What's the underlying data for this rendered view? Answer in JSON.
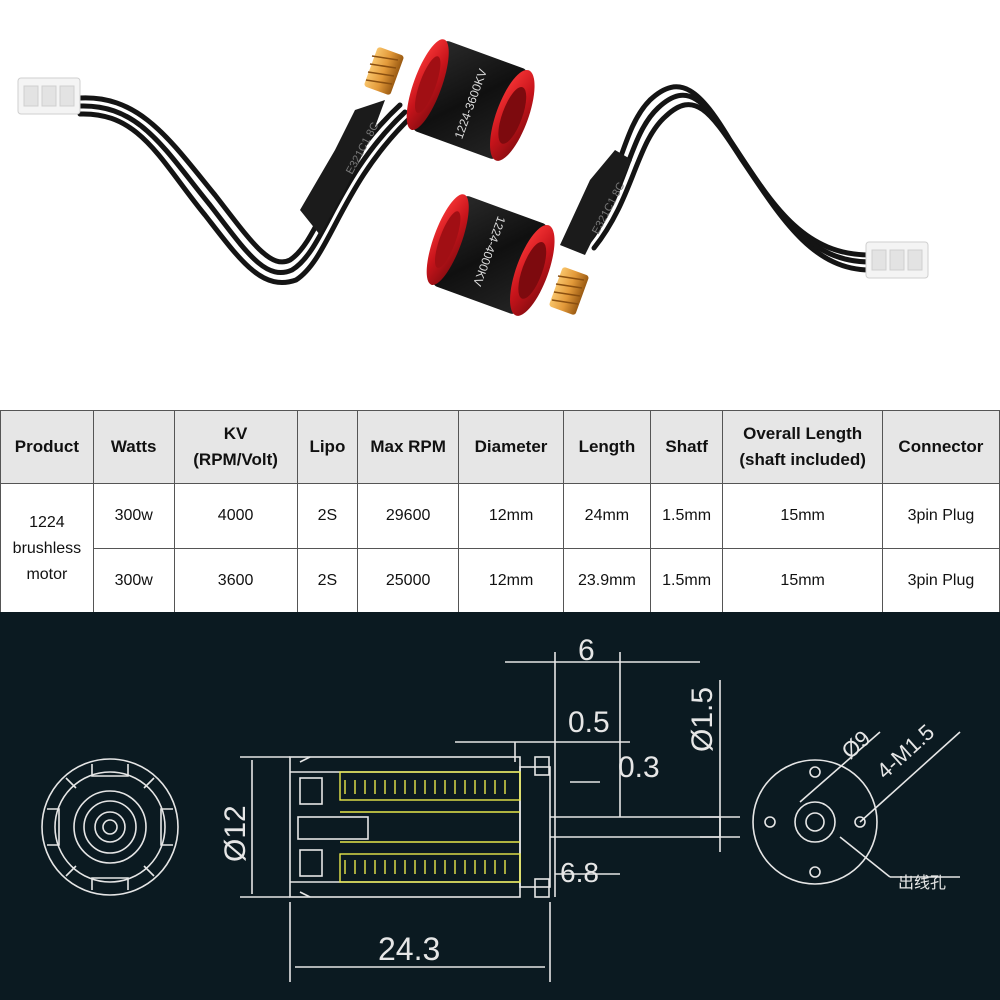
{
  "photo": {
    "motor_label_a": "1224-3600KV",
    "motor_label_b": "1224-4000KV",
    "cable_print": "E321C1 8C"
  },
  "table": {
    "headers": {
      "product": "Product",
      "watts": "Watts",
      "kv_line1": "KV",
      "kv_line2": "(RPM/Volt)",
      "lipo": "Lipo",
      "max_rpm": "Max RPM",
      "diameter": "Diameter",
      "length": "Length",
      "shaft": "Shatf",
      "overall_line1": "Overall Length",
      "overall_line2": "(shaft included)",
      "connector": "Connector"
    },
    "product": {
      "line1": "1224",
      "line2": "brushless",
      "line3": "motor"
    },
    "rows": [
      {
        "watts": "300w",
        "kv": "4000",
        "lipo": "2S",
        "max_rpm": "29600",
        "diameter": "12mm",
        "length": "24mm",
        "shaft": "1.5mm",
        "overall": "15mm",
        "connector": "3pin Plug"
      },
      {
        "watts": "300w",
        "kv": "3600",
        "lipo": "2S",
        "max_rpm": "25000",
        "diameter": "12mm",
        "length": "23.9mm",
        "shaft": "1.5mm",
        "overall": "15mm",
        "connector": "3pin Plug"
      }
    ]
  },
  "drawing": {
    "dim_6": "6",
    "dim_0_5": "0.5",
    "dim_0_3": "0.3",
    "dim_phi1_5": "Ø1.5",
    "dim_phi12": "Ø12",
    "dim_6_8": "6.8",
    "dim_24_3": "24.3",
    "dim_phi9": "Ø9",
    "dim_4m15": "4-M1.5",
    "dim_outlet": "出线孔"
  },
  "colors": {
    "motor_red": "#c8141b",
    "motor_black": "#141414",
    "pinion_gold": "#e39a3a",
    "drawing_bg": "#0b1a21",
    "drawing_line": "#e6e6e6",
    "drawing_yellow": "#e8e84a",
    "table_header_bg": "#e6e6e6"
  }
}
